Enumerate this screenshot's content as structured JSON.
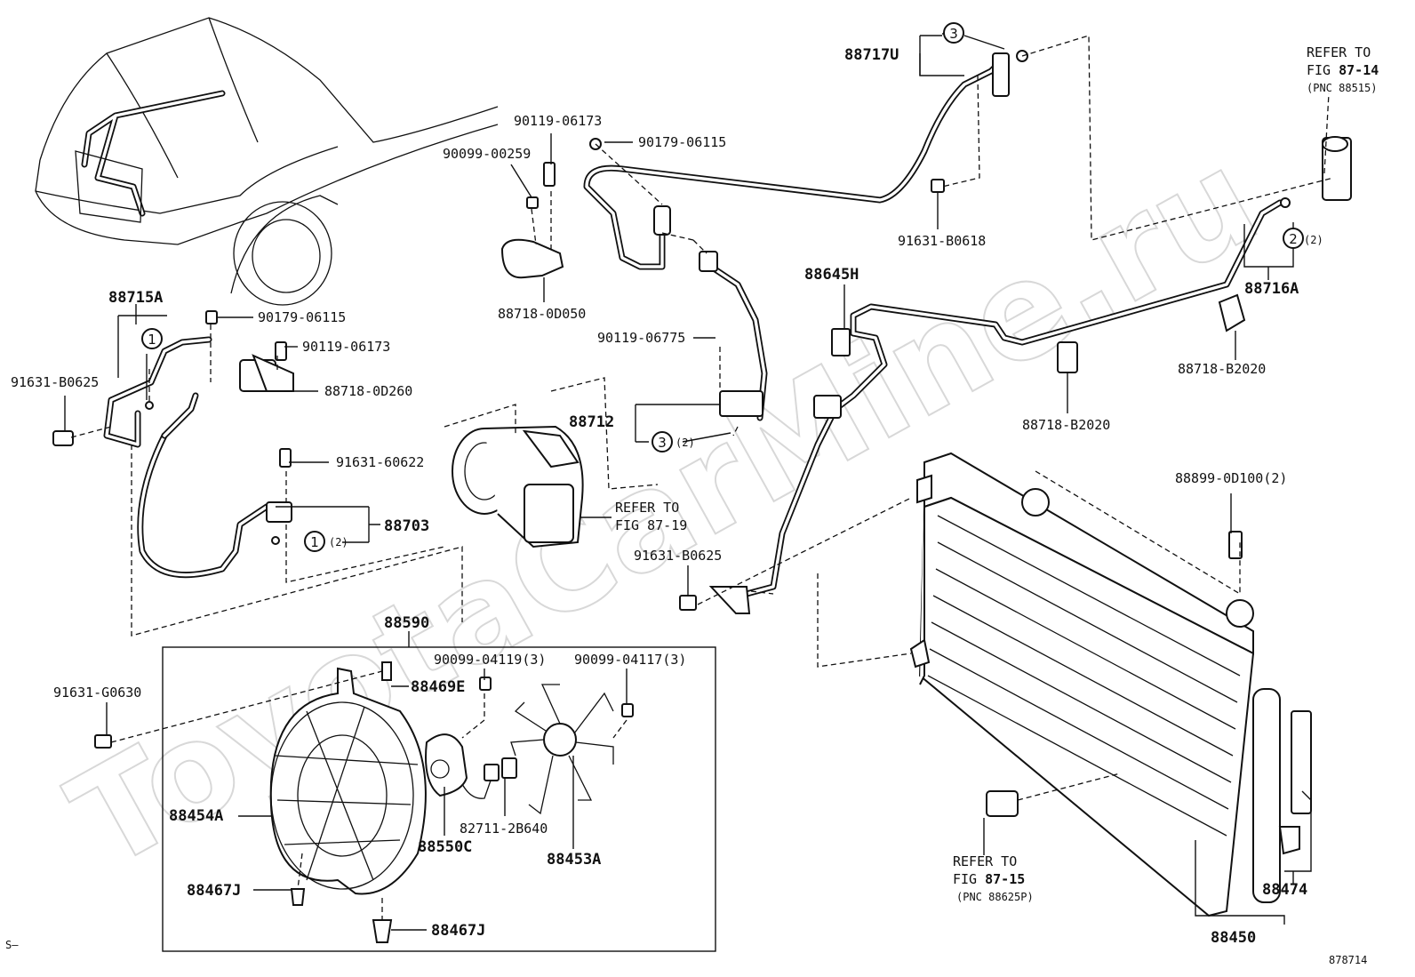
{
  "watermark": "ToyotaCarMine.ru",
  "footer": {
    "left": "S–",
    "right": "878714"
  },
  "labels": {
    "p88717U": "88717U",
    "p90119_06173_top": "90119-06173",
    "p90179_06115_top": "90179-06115",
    "p90099_00259": "90099-00259",
    "p91631_B0618": "91631-B0618",
    "p88718_0D050": "88718-0D050",
    "p88715A": "88715A",
    "p90179_06115_mid": "90179-06115",
    "p90119_06173_mid": "90119-06173",
    "p91631_B0625_left": "91631-B0625",
    "p88718_0D260": "88718-0D260",
    "p90119_06775": "90119-06775",
    "p88645H": "88645H",
    "p88716A": "88716A",
    "p88718_B2020_r": "88718-B2020",
    "p88718_B2020_c": "88718-B2020",
    "p88712": "88712",
    "p91631_60622": "91631-60622",
    "p88703": "88703",
    "p88899_0D100": "88899-0D100(2)",
    "p91631_B0625_c": "91631-B0625",
    "p88590": "88590",
    "p90099_04119": "90099-04119(3)",
    "p90099_04117": "90099-04117(3)",
    "p88469E": "88469E",
    "p91631_G0630": "91631-G0630",
    "p88454A": "88454A",
    "p82711_2B640": "82711-2B640",
    "p88550C": "88550C",
    "p88453A": "88453A",
    "p88467J_a": "88467J",
    "p88467J_b": "88467J",
    "p88474": "88474",
    "p88450": "88450"
  },
  "circles": {
    "c3_top": "3",
    "c2_right": "2",
    "c3_mid": "3",
    "c1_left": "1",
    "c1_lower": "1"
  },
  "qty": {
    "q2_right": "(2)",
    "q2_mid": "(2)",
    "q2_lower": "(2)"
  },
  "refs": {
    "ref_87_14": {
      "line1": "REFER TO",
      "fig": "FIG ",
      "num": "87-14",
      "pnc": "(PNC 88515)"
    },
    "ref_87_19": {
      "line1": "REFER TO",
      "line2": "FIG 87-19"
    },
    "ref_87_15": {
      "line1": "REFER TO",
      "fig": "FIG ",
      "num": "87-15",
      "pnc": "(PNC 88625P)"
    }
  }
}
